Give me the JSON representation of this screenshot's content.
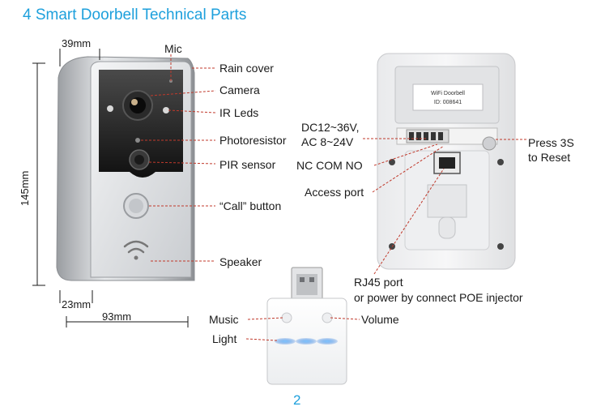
{
  "title": "4  Smart Doorbell Technical Parts",
  "dimensions": {
    "top_width": "39mm",
    "height": "145mm",
    "bottom_depth": "23mm",
    "width": "93mm"
  },
  "callouts": {
    "mic": "Mic",
    "rain_cover": "Rain cover",
    "camera": "Camera",
    "ir_leds": "IR Leds",
    "photoresistor": "Photoresistor",
    "pir_sensor": "PIR sensor",
    "call_button": "“Call” button",
    "speaker": "Speaker"
  },
  "back_callouts": {
    "dc_voltage": "DC12~36V,",
    "ac_voltage": "AC 8~24V",
    "nc_com_no": "NC COM NO",
    "access_port": "Access port",
    "reset_line1": "Press 3S",
    "reset_line2": "to Reset",
    "rj45_line1": "RJ45 port",
    "rj45_line2": "or power by connect POE injector"
  },
  "sticker": {
    "line1": "WiFi Doorbell",
    "line2": "ID: 008641"
  },
  "chime": {
    "music": "Music",
    "light": "Light",
    "volume": "Volume"
  },
  "page_number": "2",
  "colors": {
    "accent": "#1ea0dc",
    "leader_line": "#c0392b",
    "chime_light": "#3a8fe8"
  }
}
